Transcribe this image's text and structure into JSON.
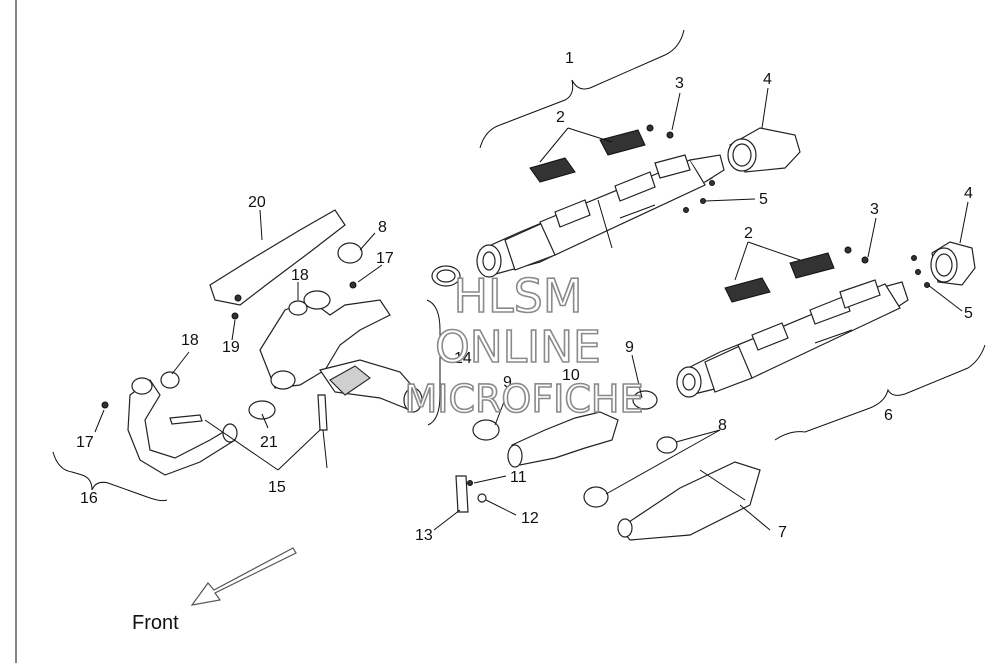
{
  "labels": {
    "l1": "1",
    "l2a": "2",
    "l2b": "2",
    "l3a": "3",
    "l3b": "3",
    "l4a": "4",
    "l4b": "4",
    "l5a": "5",
    "l5b": "5",
    "l6": "6",
    "l7": "7",
    "l8a": "8",
    "l8b": "8",
    "l9a": "9",
    "l9b": "9",
    "l10": "10",
    "l11": "11",
    "l12": "12",
    "l13": "13",
    "l14": "14",
    "l15": "15",
    "l16": "16",
    "l17a": "17",
    "l17b": "17",
    "l18a": "18",
    "l18b": "18",
    "l19": "19",
    "l20": "20",
    "l21": "21"
  },
  "front_label": "Front",
  "watermark": {
    "line1": "HLSM",
    "line2": "ONLINE",
    "line3": "MICROFICHE"
  },
  "colors": {
    "line": "#111111",
    "watermark_stroke": "#8a8a8a",
    "shade": "#cfcfcf"
  }
}
